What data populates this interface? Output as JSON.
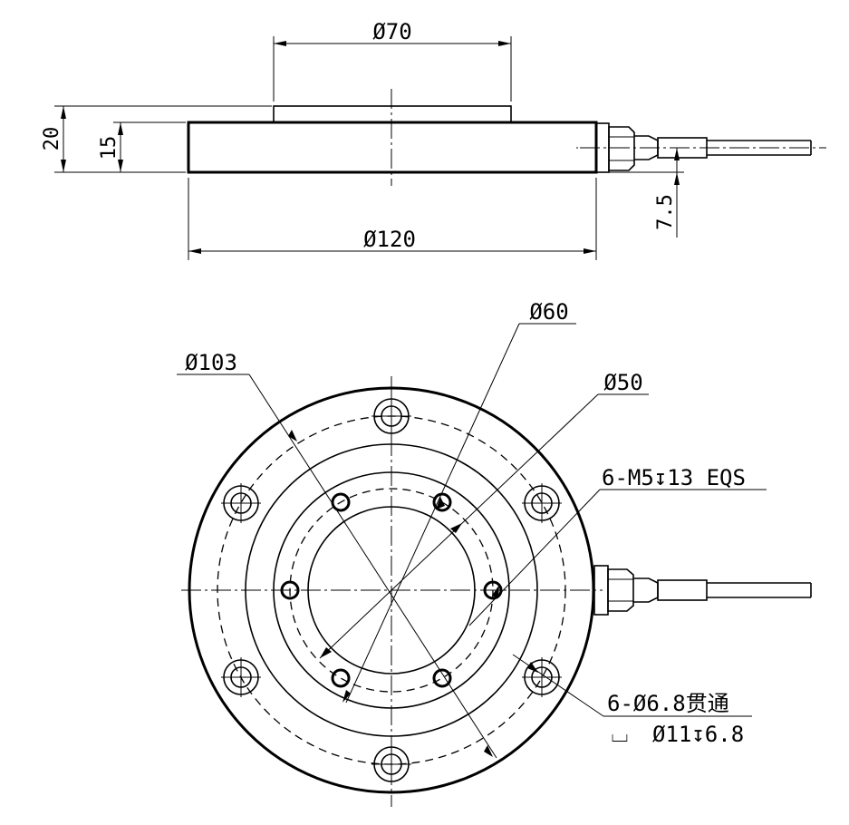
{
  "side_view": {
    "dim_top_diameter": "Ø70",
    "dim_height_total": "20",
    "dim_height_body": "15",
    "dim_base_diameter": "Ø120",
    "dim_cable_offset": "7.5"
  },
  "plan_view": {
    "dim_diameter_60": "Ø60",
    "dim_diameter_103": "Ø103",
    "dim_diameter_50": "Ø50",
    "note_threaded_holes": "6-M5↧13 EQS",
    "note_through_holes": "6-Ø6.8贯通",
    "note_counterbore_symbol": "⌴",
    "note_counterbore": "Ø11↧6.8"
  },
  "colors": {
    "line": "#000000",
    "background": "#ffffff"
  }
}
